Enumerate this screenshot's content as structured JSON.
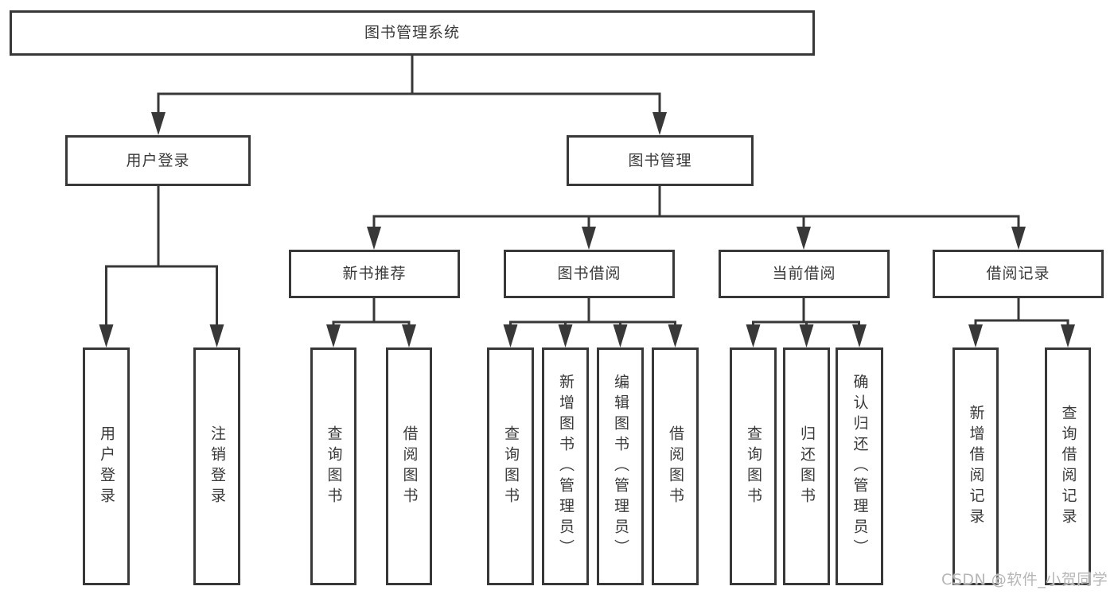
{
  "diagram": {
    "title": "图书管理系统",
    "branches": [
      {
        "label": "用户登录",
        "children": [
          {
            "label": "用户登录"
          },
          {
            "label": "注销登录"
          }
        ]
      },
      {
        "label": "图书管理",
        "children": [
          {
            "label": "新书推荐",
            "children": [
              {
                "label": "查询图书"
              },
              {
                "label": "借阅图书"
              }
            ]
          },
          {
            "label": "图书借阅",
            "children": [
              {
                "label": "查询图书"
              },
              {
                "label": "新增图书（管理员）"
              },
              {
                "label": "编辑图书（管理员）"
              },
              {
                "label": "借阅图书"
              }
            ]
          },
          {
            "label": "当前借阅",
            "children": [
              {
                "label": "查询图书"
              },
              {
                "label": "归还图书"
              },
              {
                "label": "确认归还（管理员）"
              }
            ]
          },
          {
            "label": "借阅记录",
            "children": [
              {
                "label": "新增借阅记录"
              },
              {
                "label": "查询借阅记录"
              }
            ]
          }
        ]
      }
    ]
  },
  "watermark": "CSDN @软件_小贺同学",
  "colors": {
    "line": "#383838",
    "text": "#3a3a3a",
    "background": "#ffffff",
    "watermark": "#b2b2b2"
  }
}
